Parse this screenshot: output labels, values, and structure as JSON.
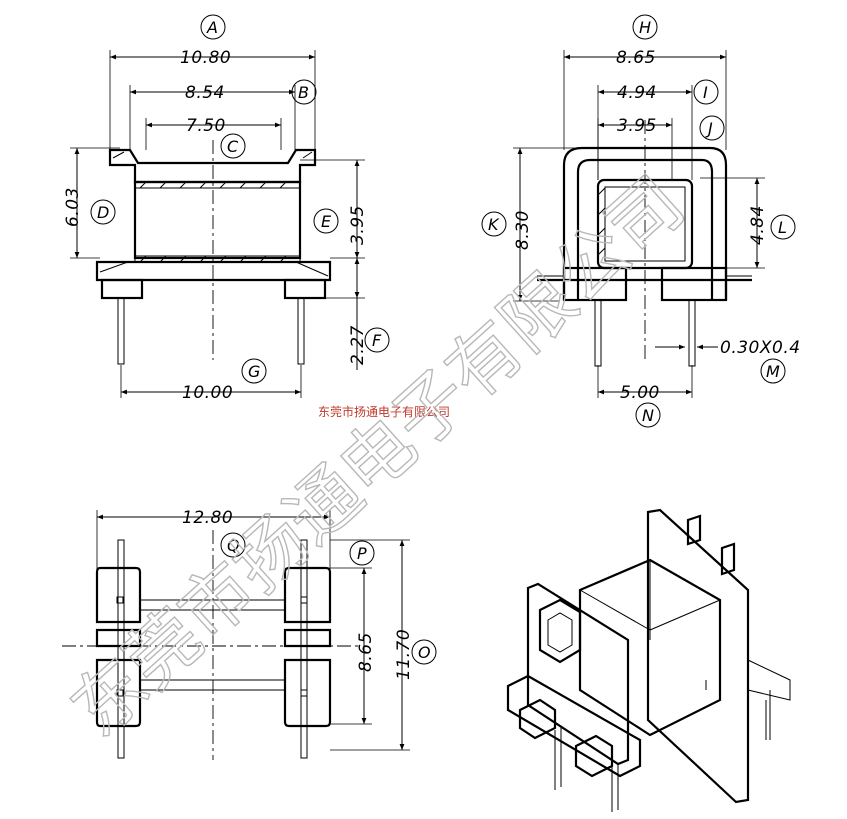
{
  "views": {
    "front": {
      "dims": {
        "A": "10.80",
        "B": "8.54",
        "C": "7.50",
        "D": "6.03",
        "E": "3.95",
        "F": "2.27",
        "G": "10.00"
      },
      "labels": {
        "A": "A",
        "B": "B",
        "C": "C",
        "D": "D",
        "E": "E",
        "F": "F",
        "G": "G"
      }
    },
    "side": {
      "dims": {
        "H": "8.65",
        "I": "4.94",
        "J": "3.95",
        "K": "8.30",
        "L": "4.84",
        "M": "0.30X0.4",
        "N": "5.00"
      },
      "labels": {
        "H": "H",
        "I": "I",
        "J": "J",
        "K": "K",
        "L": "L",
        "M": "M",
        "N": "N"
      }
    },
    "bottom": {
      "dims": {
        "Q": "12.80",
        "P": "8.65",
        "O": "11.70"
      },
      "labels": {
        "Q": "Q",
        "P": "P",
        "O": "O"
      }
    }
  },
  "watermark": {
    "small": "东莞市扬通电子有限公司",
    "large": "东莞市扬通电子有限公司"
  },
  "colors": {
    "lines": "#000000",
    "watermark_small": "#c0392b",
    "watermark_large": "#b8b8b8"
  }
}
